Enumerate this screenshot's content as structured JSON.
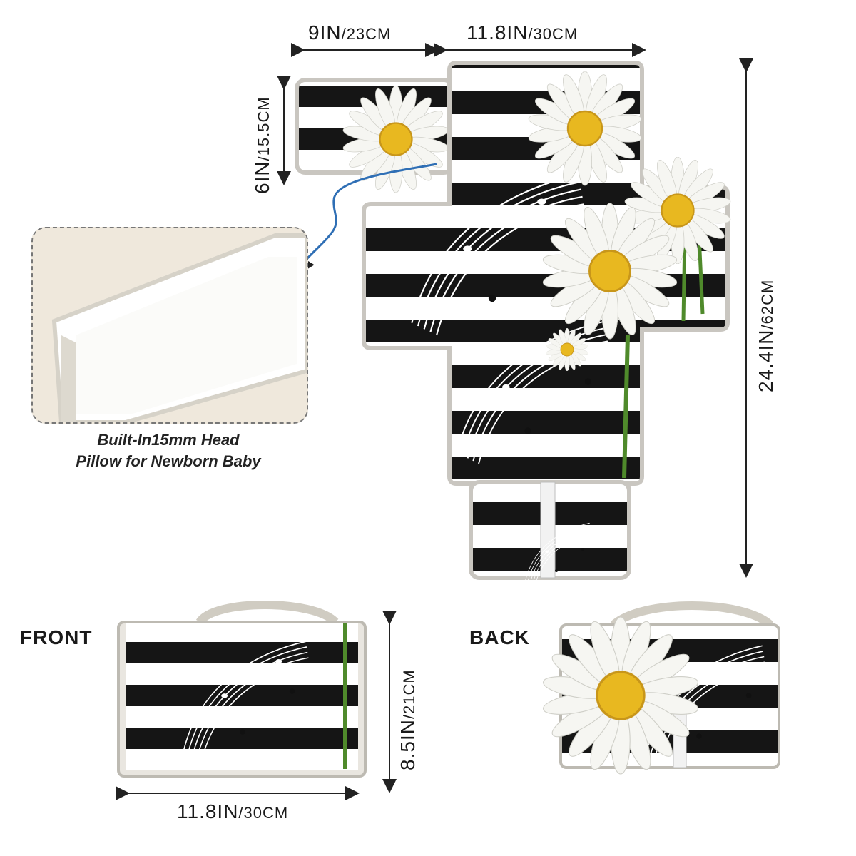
{
  "dimensions": {
    "head_width": {
      "in": "9IN",
      "cm": "/23CM"
    },
    "mat_width": {
      "in": "11.8IN",
      "cm": "/30CM"
    },
    "head_height": {
      "in": "6IN",
      "cm": "/15.5CM"
    },
    "mat_length": {
      "in": "24.4IN",
      "cm": "/62CM"
    },
    "folded_height": {
      "in": "8.5IN",
      "cm": "/21CM"
    },
    "folded_width": {
      "in": "11.8IN",
      "cm": "/30CM"
    }
  },
  "callout": {
    "line1": "Built-In15mm Head",
    "line2": "Pillow for Newborn Baby"
  },
  "views": {
    "front": "FRONT",
    "back": "BACK"
  },
  "colors": {
    "stripe_dark": "#151515",
    "stripe_light": "#ffffff",
    "binding": "#c9c6c0",
    "daisy_petal": "#f6f6f2",
    "daisy_center": "#e8b820",
    "stem": "#4f8a2b",
    "arrow": "#2f6fb5",
    "callout_bg": "#efe8dc"
  }
}
